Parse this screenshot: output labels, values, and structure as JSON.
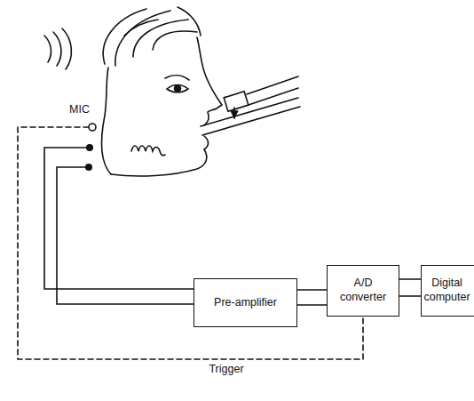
{
  "diagram": {
    "nodes": [
      {
        "text": [
          "Pre-amplifier"
        ]
      },
      {
        "text": [
          "A/D converter"
        ]
      },
      {
        "text": [
          "Digital computer"
        ]
      }
    ],
    "edges": [
      {
        "from": 0,
        "to": 1,
        "arrow": "none"
      },
      {
        "from": 1,
        "to": 2,
        "arrow": "none"
      }
    ],
    "labels": [
      "MIC",
      "Trigger"
    ]
  }
}
